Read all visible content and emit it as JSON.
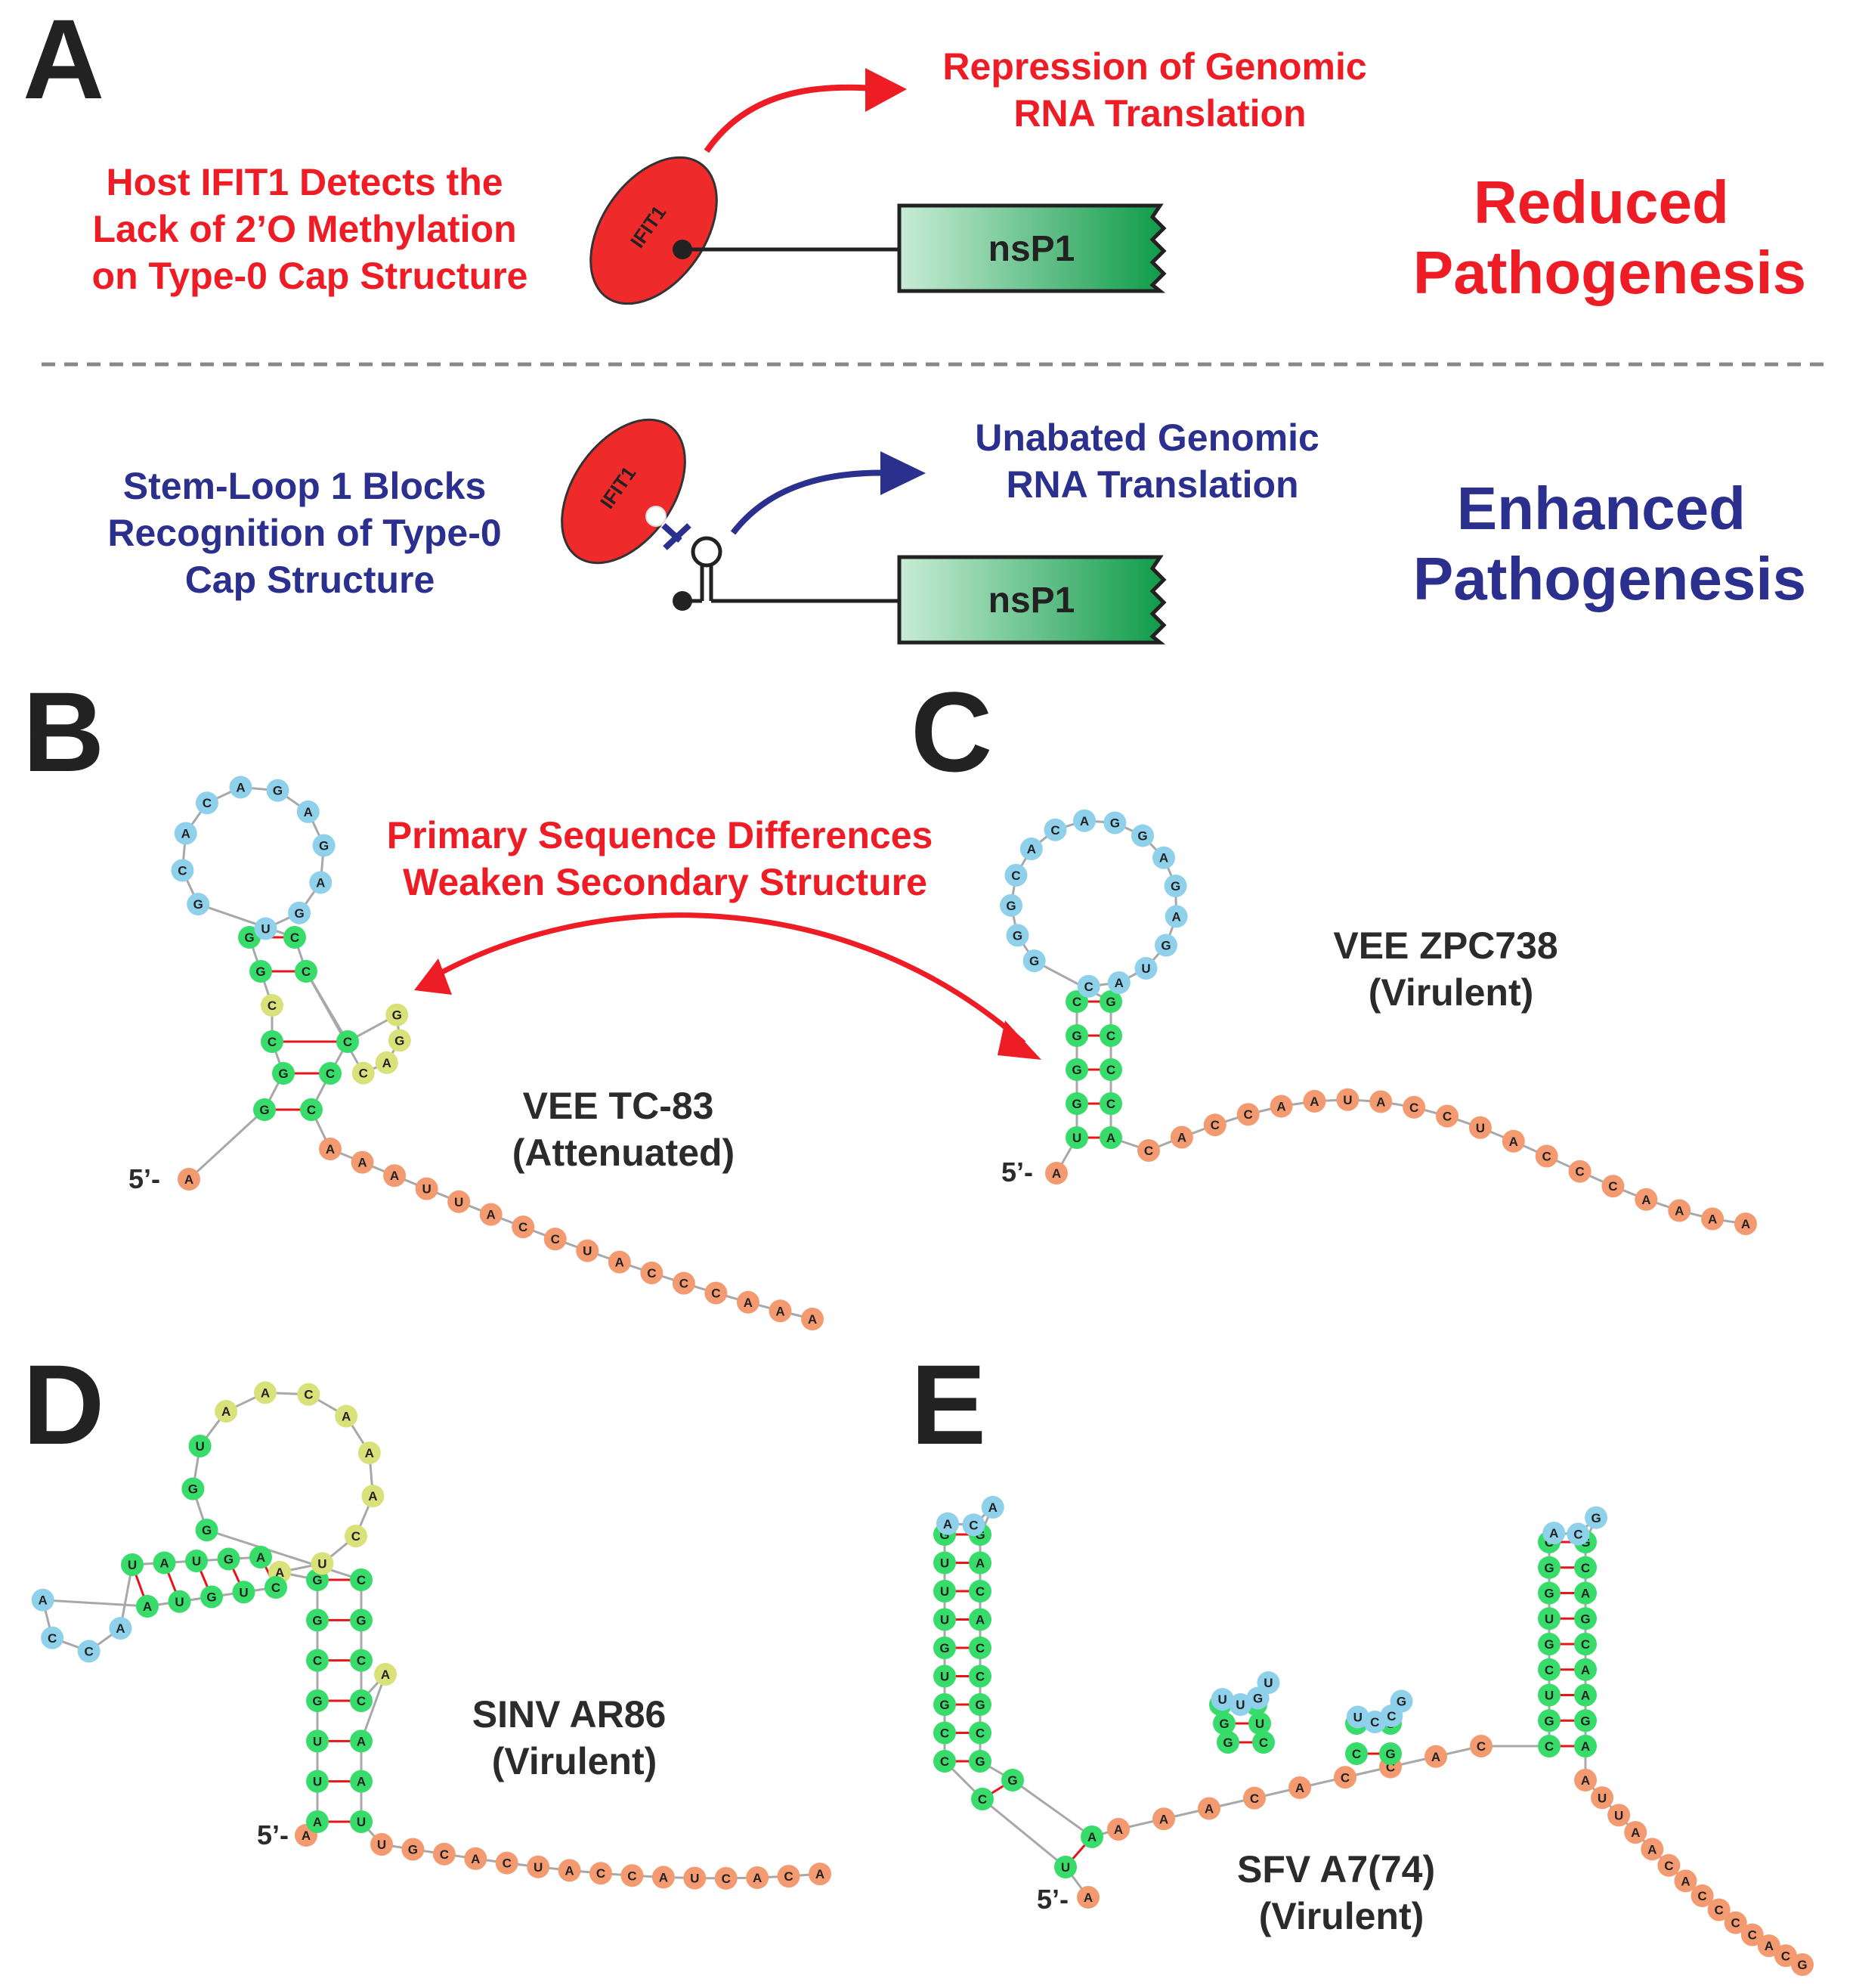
{
  "panels": {
    "a": {
      "letter": "A"
    },
    "b": {
      "letter": "B"
    },
    "c": {
      "letter": "C"
    },
    "d": {
      "letter": "D"
    },
    "e": {
      "letter": "E"
    }
  },
  "top": {
    "left_text": [
      "Host IFIT1 Detects the",
      "Lack of 2’O Methylation",
      "on Type-0 Cap Structure"
    ],
    "ifit_label": "IFIT1",
    "nsp_label": "nsP1",
    "arrow_text": [
      "Repression of Genomic",
      "RNA Translation"
    ],
    "outcome": [
      "Reduced",
      "Pathogenesis"
    ]
  },
  "bottom": {
    "left_text": [
      "Stem-Loop 1 Blocks",
      "Recognition of Type-0",
      "Cap Structure"
    ],
    "ifit_label": "IFIT1",
    "nsp_label": "nsP1",
    "arrow_text": [
      "Unabated Genomic",
      "RNA Translation"
    ],
    "outcome": [
      "Enhanced",
      "Pathogenesis"
    ]
  },
  "b_c_note": [
    "Primary Sequence Differences",
    "Weaken Secondary Structure"
  ],
  "labels": {
    "b": [
      "VEE TC-83",
      "(Attenuated)"
    ],
    "c": [
      "VEE ZPC738",
      "(Virulent)"
    ],
    "d": [
      "SINV AR86",
      "(Virulent)"
    ],
    "e": [
      "SFV A7(74)",
      "(Virulent)"
    ]
  },
  "five_prime": "5’-",
  "colors": {
    "red": "#ee1c25",
    "blue": "#2b2f8e",
    "ifit_fill": "#ee2a2a",
    "nsp_green_dark": "#0f9b49",
    "nsp_green_light": "#c9ecd6",
    "paired": "#37dc6a",
    "loop": "#8fd0ea",
    "bulge": "#d9e27a",
    "tail": "#f39a70"
  },
  "structures": {
    "b": {
      "loop": [
        "U",
        "G",
        "A",
        "G",
        "A",
        "G",
        "A",
        "C",
        "A",
        "C",
        "G"
      ],
      "stem_left": [
        "G",
        "G",
        "C",
        "G",
        "G"
      ],
      "stem_right": [
        "C",
        "C",
        "C",
        "C",
        "C"
      ],
      "bulge": [
        "C",
        "A",
        "G",
        "G"
      ],
      "tail": [
        "A",
        "A",
        "A",
        "U",
        "U",
        "A",
        "C",
        "C",
        "U",
        "A",
        "C",
        "C",
        "C",
        "A",
        "A",
        "A"
      ],
      "start": "A"
    },
    "c": {
      "loop": [
        "C",
        "A",
        "U",
        "G",
        "A",
        "G",
        "A",
        "G",
        "G",
        "A",
        "C",
        "A",
        "C",
        "G",
        "G",
        "G"
      ],
      "stem_left": [
        "C",
        "G",
        "G",
        "G",
        "U"
      ],
      "stem_right": [
        "G",
        "C",
        "C",
        "C",
        "A"
      ],
      "tail": [
        "C",
        "A",
        "C",
        "C",
        "A",
        "A",
        "U",
        "A",
        "C",
        "C",
        "U",
        "A",
        "C",
        "C",
        "C",
        "A",
        "A",
        "A",
        "A"
      ],
      "start": "A"
    },
    "d": {
      "loop": [
        "A",
        "U",
        "C",
        "A",
        "A",
        "A",
        "C",
        "A",
        "A",
        "U",
        "G",
        "G"
      ],
      "arm_pairs": [
        [
          "U",
          "A"
        ],
        [
          "A",
          "U"
        ],
        [
          "U",
          "G"
        ],
        [
          "G",
          "U"
        ],
        [
          "A",
          "C"
        ]
      ],
      "arm_loop": [
        "A",
        "C",
        "C",
        "A"
      ],
      "stem_left": [
        "G",
        "G",
        "C",
        "G",
        "U",
        "U",
        "A"
      ],
      "stem_right": [
        "C",
        "G",
        "C",
        "C",
        "A",
        "A",
        "U"
      ],
      "bulge": [
        "A"
      ],
      "tail": [
        "U",
        "G",
        "C",
        "A",
        "C",
        "U",
        "A",
        "C",
        "C",
        "A",
        "U",
        "C",
        "A",
        "C",
        "A"
      ],
      "start": "A"
    },
    "e": {
      "left_loop": [
        "A",
        "C",
        "A"
      ],
      "left_stem_l": [
        "G",
        "U",
        "U",
        "U",
        "G",
        "U",
        "G",
        "C",
        "C",
        "C",
        "U"
      ],
      "left_stem_r": [
        "G",
        "A",
        "C",
        "A",
        "C",
        "C",
        "G",
        "C",
        "G",
        "G",
        "A"
      ],
      "small1_loop": [
        "U",
        "U",
        "G",
        "U"
      ],
      "small1_pairs": [
        [
          "A",
          "U"
        ],
        [
          "G",
          "U"
        ],
        [
          "G",
          "C"
        ]
      ],
      "small2_loop": [
        "U",
        "C",
        "C",
        "G"
      ],
      "small2_pairs": [
        [
          "G",
          "C"
        ],
        [
          "C",
          "G"
        ]
      ],
      "right_loop": [
        "A",
        "C",
        "G"
      ],
      "right_stem_l": [
        "C",
        "G",
        "G",
        "U",
        "G",
        "C",
        "U",
        "G",
        "C"
      ],
      "right_stem_r": [
        "G",
        "C",
        "A",
        "G",
        "C",
        "A",
        "A",
        "G",
        "A"
      ],
      "linker": [
        "A",
        "A",
        "A",
        "C",
        "A",
        "C",
        "C",
        "A",
        "C"
      ],
      "tail": [
        "A",
        "U",
        "U",
        "A",
        "A",
        "C",
        "A",
        "C",
        "C",
        "C",
        "C",
        "A",
        "C",
        "G"
      ],
      "start": "A"
    }
  }
}
